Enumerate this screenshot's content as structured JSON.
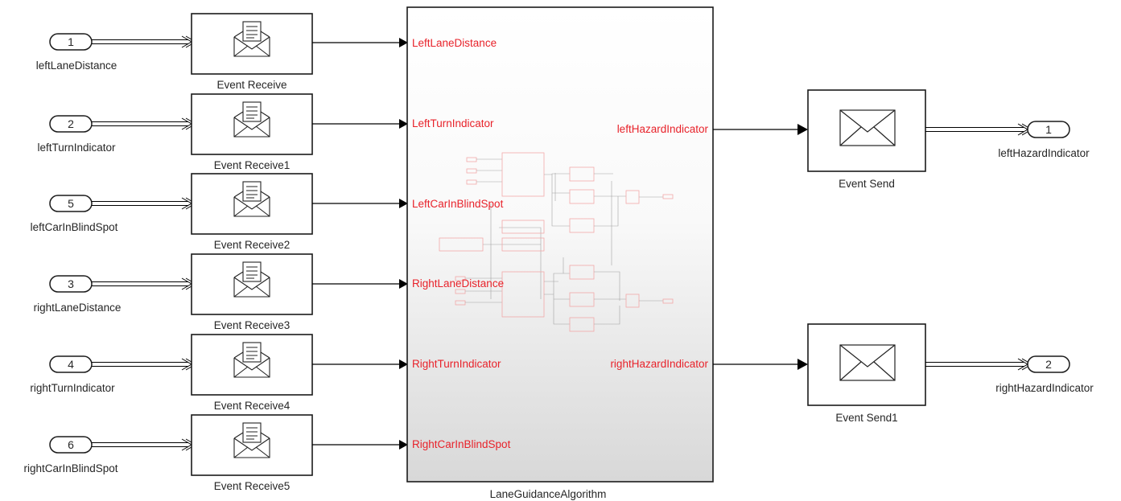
{
  "inports": [
    {
      "number": "1",
      "name": "leftLaneDistance"
    },
    {
      "number": "2",
      "name": "leftTurnIndicator"
    },
    {
      "number": "5",
      "name": "leftCarInBlindSpot"
    },
    {
      "number": "3",
      "name": "rightLaneDistance"
    },
    {
      "number": "4",
      "name": "rightTurnIndicator"
    },
    {
      "number": "6",
      "name": "rightCarInBlindSpot"
    }
  ],
  "receive_blocks": [
    {
      "name": "Event Receive",
      "icon": "envelope-letter-icon"
    },
    {
      "name": "Event Receive1",
      "icon": "envelope-letter-icon"
    },
    {
      "name": "Event Receive2",
      "icon": "envelope-letter-icon"
    },
    {
      "name": "Event Receive3",
      "icon": "envelope-letter-icon"
    },
    {
      "name": "Event Receive4",
      "icon": "envelope-letter-icon"
    },
    {
      "name": "Event Receive5",
      "icon": "envelope-letter-icon"
    }
  ],
  "subsystem": {
    "name": "LaneGuidanceAlgorithm",
    "inputs": [
      "LeftLaneDistance",
      "LeftTurnIndicator",
      "LeftCarInBlindSpot",
      "RightLaneDistance",
      "RightTurnIndicator",
      "RightCarInBlindSpot"
    ],
    "outputs": [
      "leftHazardIndicator",
      "rightHazardIndicator"
    ]
  },
  "send_blocks": [
    {
      "name": "Event Send",
      "icon": "envelope-icon"
    },
    {
      "name": "Event Send1",
      "icon": "envelope-icon"
    }
  ],
  "outports": [
    {
      "number": "1",
      "name": "leftHazardIndicator"
    },
    {
      "number": "2",
      "name": "rightHazardIndicator"
    }
  ],
  "colors": {
    "port_label": "#e8222a",
    "block_border": "#1a1a1a",
    "text": "#262626"
  }
}
